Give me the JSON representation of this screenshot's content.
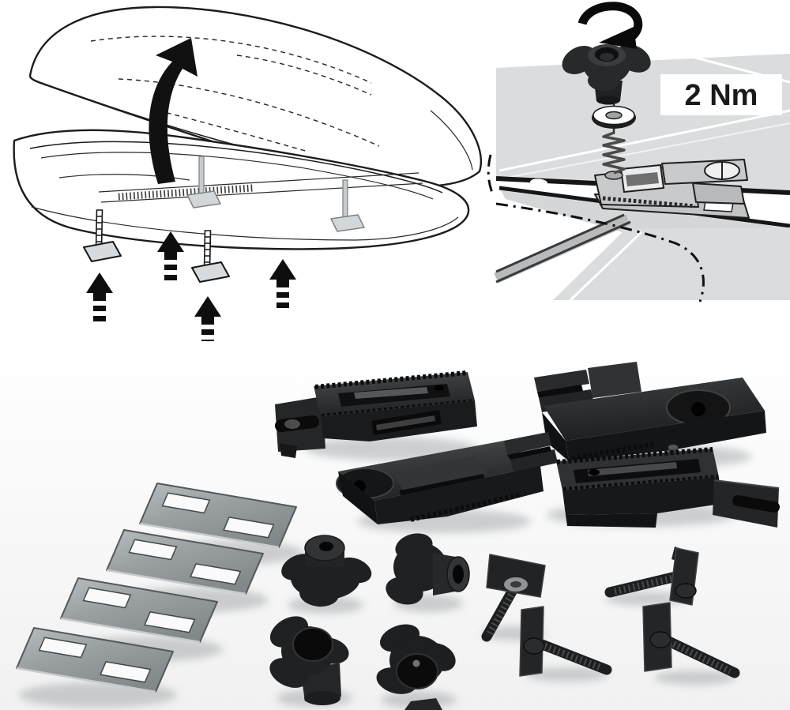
{
  "torque_diagram": {
    "torque_label": "2 Nm"
  },
  "roofbox_diagram": {
    "up_arrow_count": 4,
    "loose_t_bolt_count": 2,
    "inserted_t_bolt_count": 2
  },
  "kit_photo": {
    "parts": [
      {
        "name": "clamp-bracket",
        "quantity": 4
      },
      {
        "name": "slotted-shim-plate",
        "quantity": 4
      },
      {
        "name": "three-lobe-knob",
        "quantity": 4
      },
      {
        "name": "t-bolt-with-washer",
        "quantity": 4
      }
    ]
  },
  "colors": {
    "background": "#ffffff",
    "line_art": "#1c1c1c",
    "panel_gray": "#dbdcdd",
    "diagram_clamp_gray": "#c9cacb",
    "metal_plate_gray": "#9aa0a2",
    "plastic_black": "#1f2022",
    "label_background": "#ffffff",
    "label_text": "#1a1a1a"
  }
}
